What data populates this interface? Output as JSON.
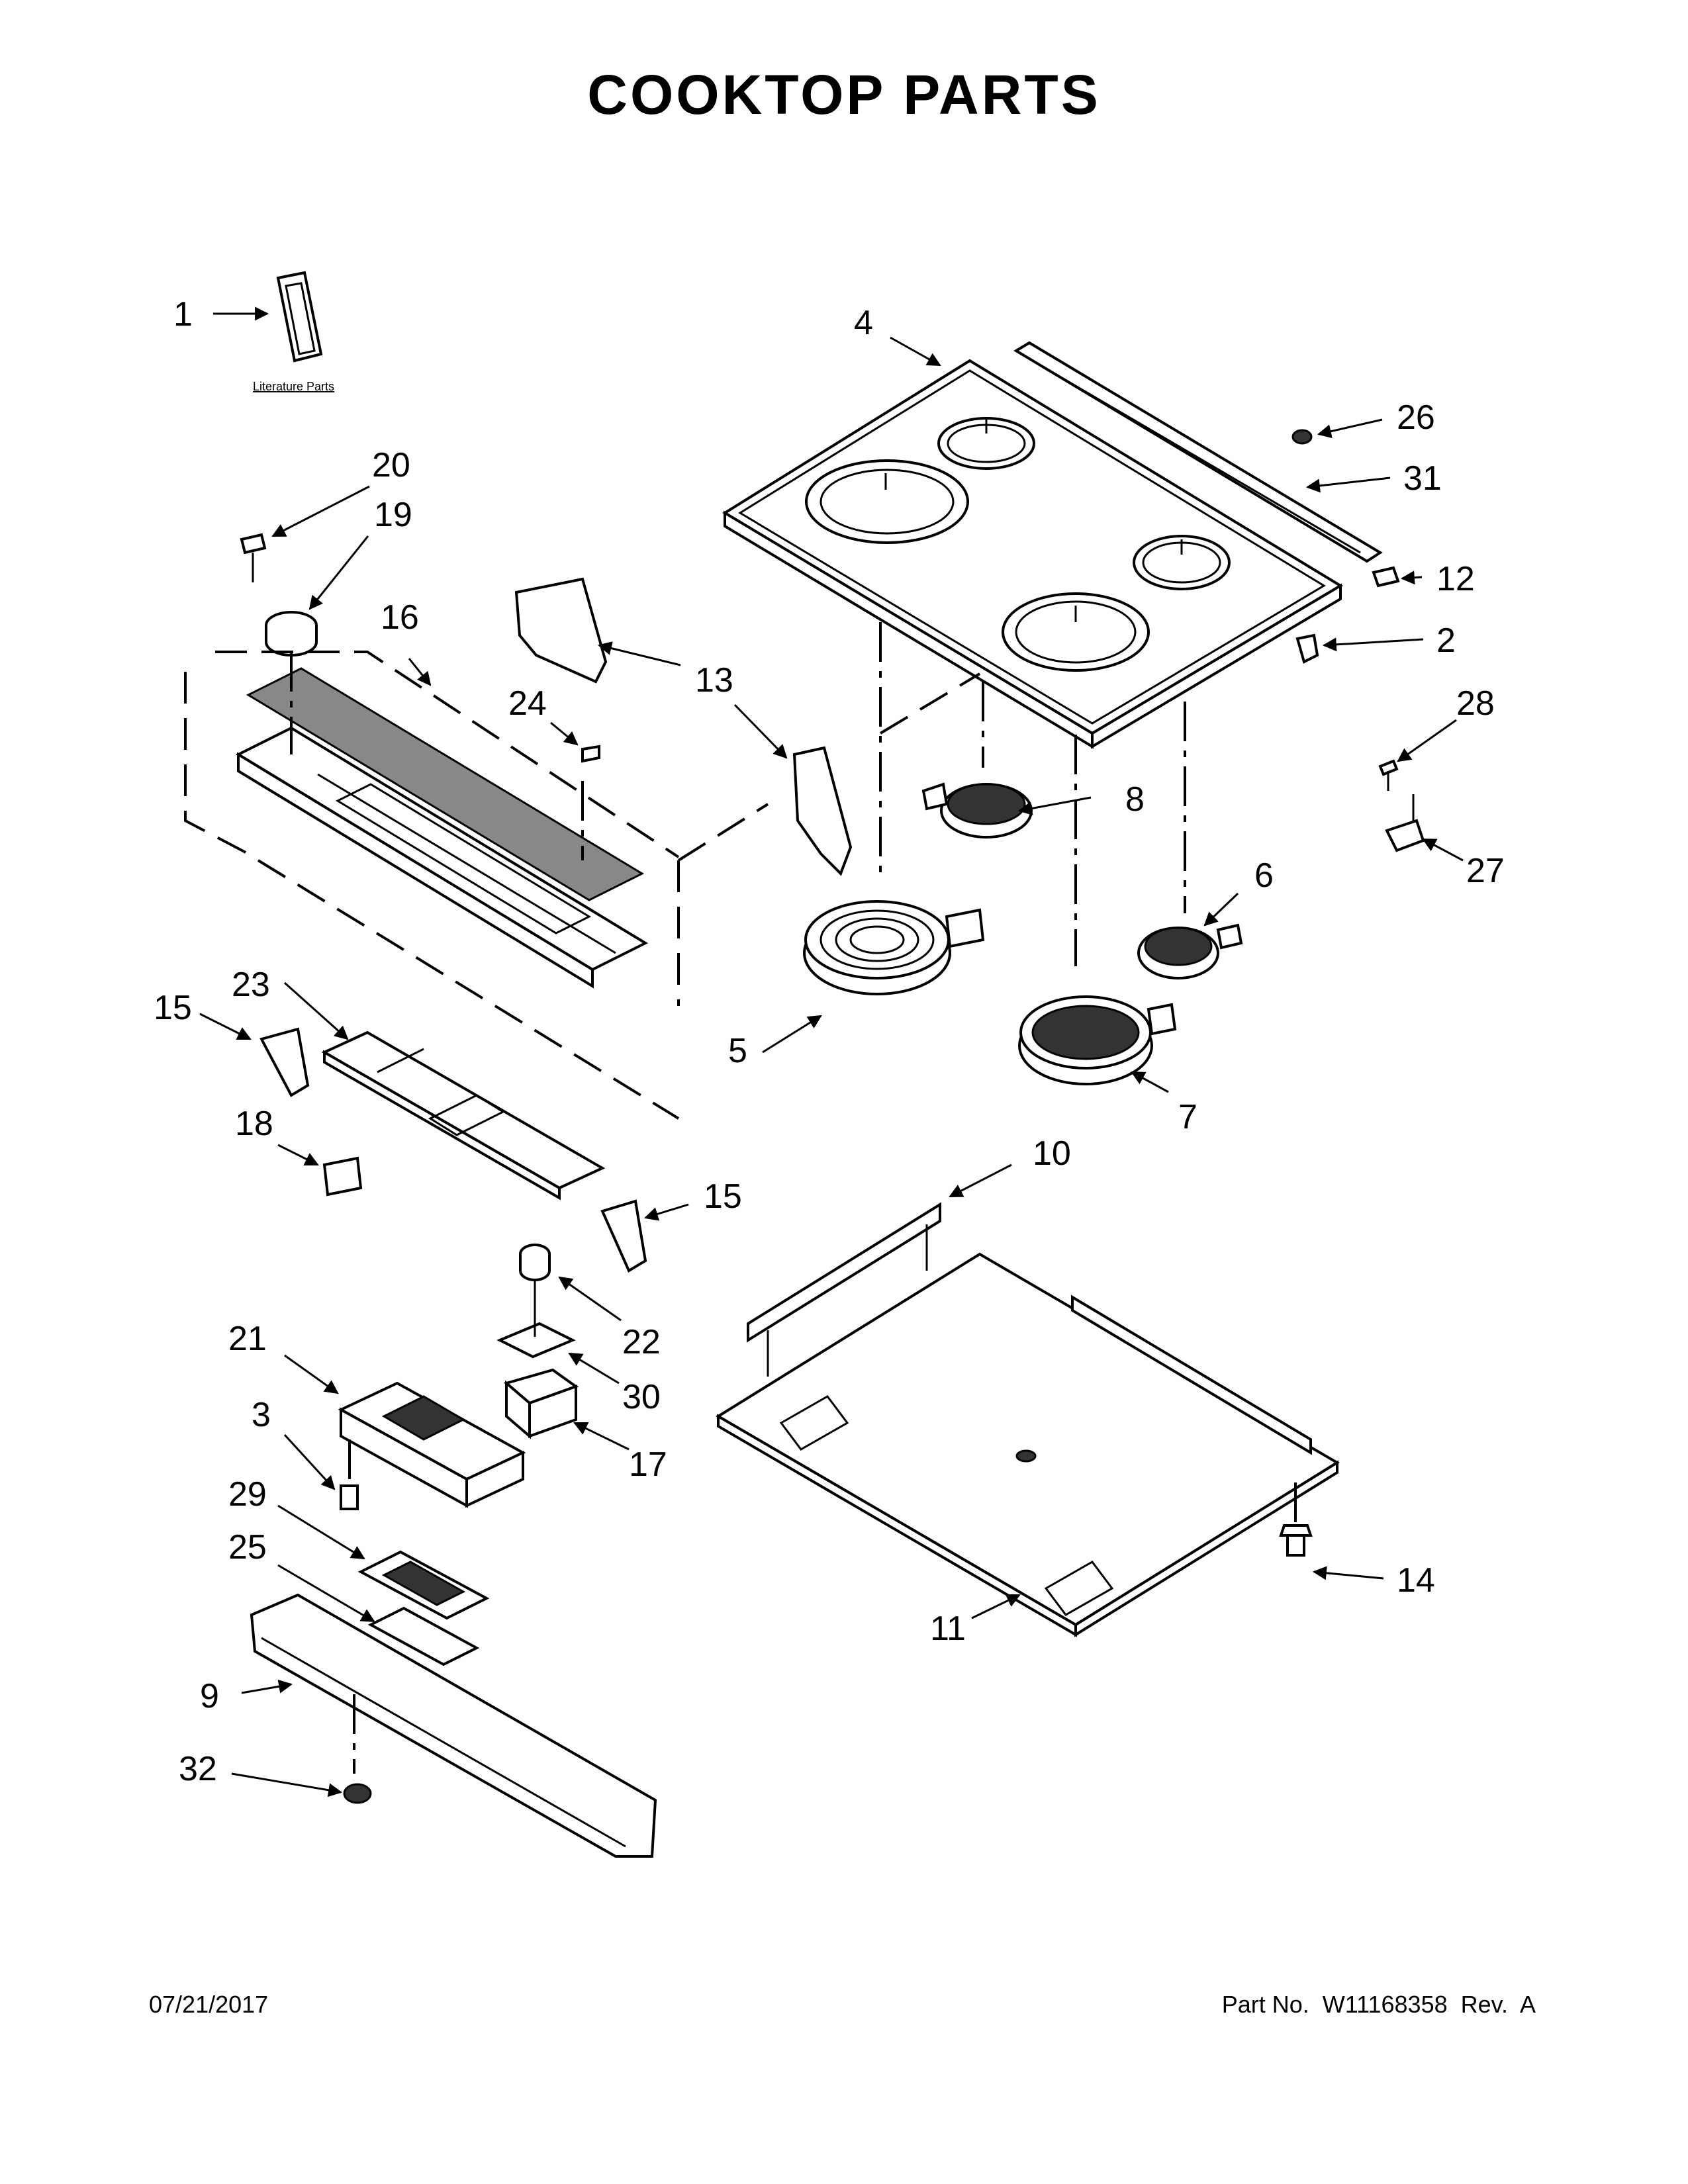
{
  "title": "COOKTOP PARTS",
  "footer": {
    "date": "07/21/2017",
    "part_number": "Part No.  W11168358  Rev.  A"
  },
  "literature_label": "Literature Parts",
  "callouts": {
    "c1": "1",
    "c2": "2",
    "c3": "3",
    "c4": "4",
    "c5": "5",
    "c6": "6",
    "c7": "7",
    "c8": "8",
    "c9": "9",
    "c10": "10",
    "c11": "11",
    "c12": "12",
    "c13": "13",
    "c14": "14",
    "c15a": "15",
    "c15b": "15",
    "c16": "16",
    "c17": "17",
    "c18": "18",
    "c19": "19",
    "c20": "20",
    "c21": "21",
    "c22": "22",
    "c23": "23",
    "c24": "24",
    "c25": "25",
    "c26": "26",
    "c27": "27",
    "c28": "28",
    "c29": "29",
    "c30": "30",
    "c31": "31",
    "c32": "32"
  }
}
